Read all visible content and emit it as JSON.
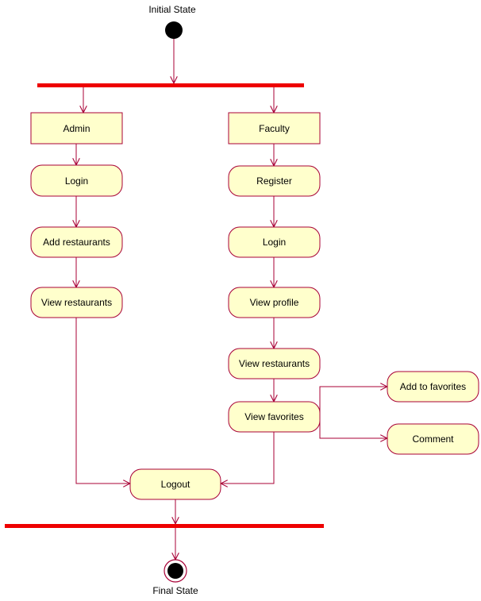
{
  "colors": {
    "node_fill": "#ffffcc",
    "node_stroke": "#a80036",
    "bar": "#ee0000",
    "edge": "#a80036",
    "dot": "#000000"
  },
  "states": {
    "initial_label": "Initial State",
    "final_label": "Final State"
  },
  "nodes": {
    "admin": "Admin",
    "faculty": "Faculty",
    "admin_login": "Login",
    "add_restaurants": "Add restaurants",
    "admin_view_restaurants": "View restaurants",
    "register": "Register",
    "faculty_login": "Login",
    "view_profile": "View profile",
    "faculty_view_restaurants": "View restaurants",
    "view_favorites": "View favorites",
    "add_to_favorites": "Add to favorites",
    "comment": "Comment",
    "logout": "Logout"
  }
}
